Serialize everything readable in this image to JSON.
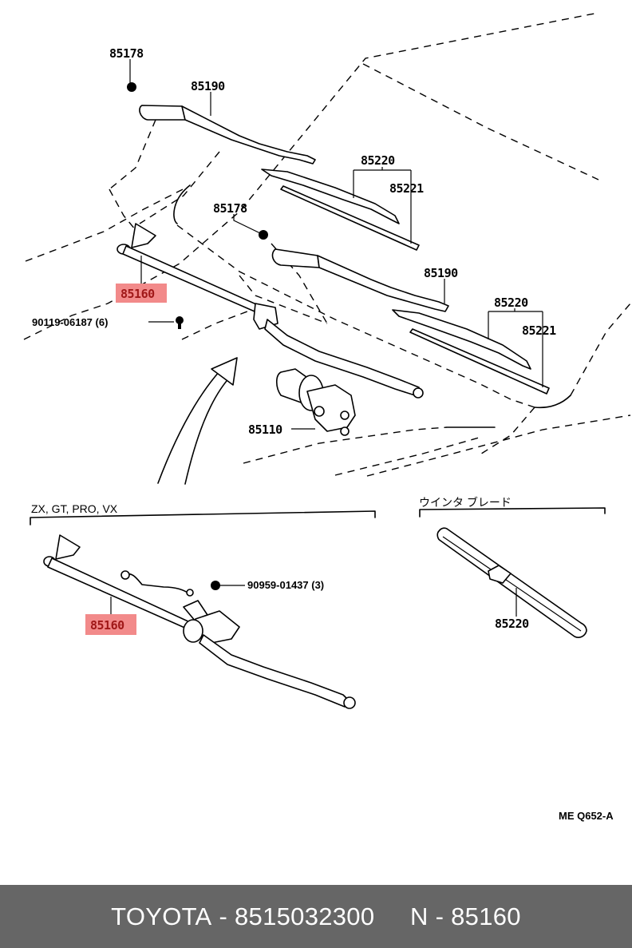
{
  "diagram": {
    "labels": {
      "nut_top": "85178",
      "arm_top": "85190",
      "blade_top_assy": "85220",
      "blade_top_rubber": "85221",
      "nut_mid": "85178",
      "link_upper": "85160",
      "bolt": "90119-06187 (6)",
      "arm_mid": "85190",
      "blade_mid_assy": "85220",
      "blade_mid_rubber": "85221",
      "motor": "85110",
      "link_lower": "85160",
      "nut_lower": "90959-01437 (3)",
      "winter_blade": "85220"
    },
    "groups": {
      "variants": "ZX, GT, PRO, VX",
      "winter_blade_title": "ウインタ ブレード"
    },
    "diagram_code": "ME Q652-A",
    "highlight_color": "#f28a8a"
  },
  "footer": {
    "brand": "TOYOTA",
    "part_number": "8515032300",
    "ref_label": "N",
    "ref_number": "85160",
    "separator": " - "
  }
}
